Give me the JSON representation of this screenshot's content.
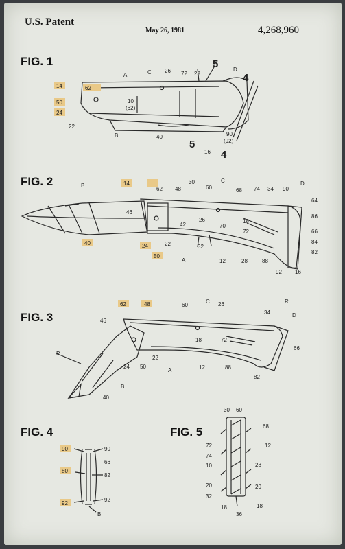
{
  "header": {
    "patent_office": "U.S. Patent",
    "date": "May 26, 1981",
    "patent_number": "4,268,960"
  },
  "figures": {
    "fig1": {
      "title": "FIG. 1",
      "labels": [
        "62",
        "A",
        "C",
        "26",
        "72",
        "28",
        "5",
        "D",
        "4",
        "14",
        "50",
        "10",
        "(62)",
        "24",
        "22",
        "B",
        "40",
        "5",
        "16",
        "90",
        "(92)",
        "4"
      ]
    },
    "fig2": {
      "title": "FIG. 2",
      "labels": [
        "B",
        "14",
        "62",
        "48",
        "30",
        "60",
        "C",
        "68",
        "74",
        "34",
        "90",
        "D",
        "64",
        "46",
        "26",
        "18",
        "86",
        "66",
        "42",
        "70",
        "72",
        "84",
        "40",
        "24",
        "22",
        "50",
        "32",
        "A",
        "12",
        "28",
        "88",
        "82",
        "92",
        "16"
      ]
    },
    "fig3": {
      "title": "FIG. 3",
      "labels": [
        "62",
        "48",
        "60",
        "C",
        "26",
        "34",
        "R",
        "D",
        "46",
        "18",
        "72",
        "66",
        "P",
        "22",
        "24",
        "50",
        "A",
        "12",
        "88",
        "82",
        "B",
        "40"
      ]
    },
    "fig4": {
      "title": "FIG. 4",
      "labels": [
        "90",
        "90",
        "66",
        "80",
        "82",
        "92",
        "92",
        "B"
      ]
    },
    "fig5": {
      "title": "FIG. 5",
      "labels": [
        "30",
        "60",
        "68",
        "12",
        "72",
        "74",
        "28",
        "10",
        "20",
        "20",
        "32",
        "18",
        "36",
        "18"
      ]
    }
  },
  "colors": {
    "paper": "#e6e8e2",
    "ink": "#222222",
    "label_highlight": "#e9c988",
    "backdrop": "#3a3d40"
  }
}
